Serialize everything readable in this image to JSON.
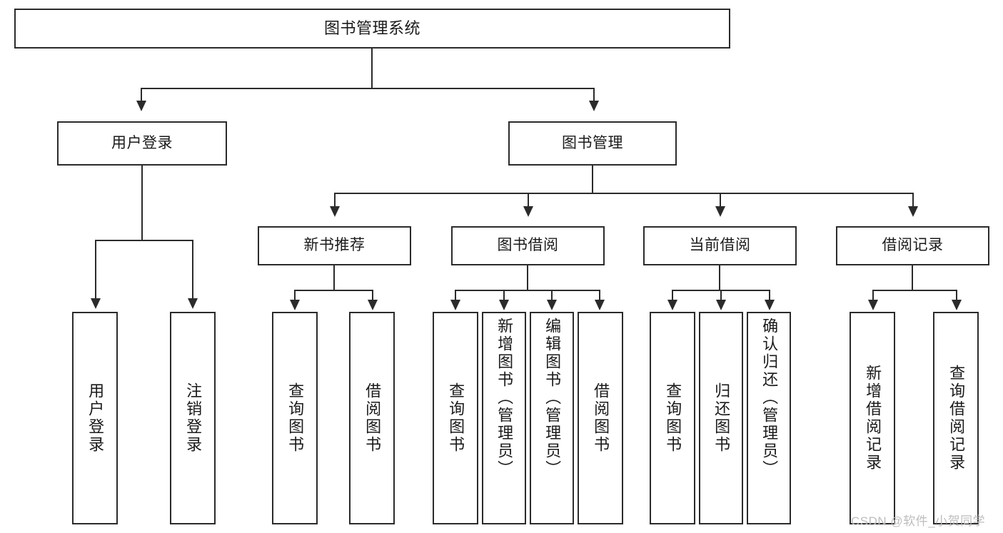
{
  "diagram": {
    "title": "图书管理系统",
    "watermark": "CSDN @软件_小贺同学",
    "line_color": "#2b2b2b",
    "box_fill": "#ffffff",
    "text_color": "#1a1a1a",
    "watermark_color": "#bdbdbd"
  },
  "nodes": {
    "root": {
      "label": "图书管理系统"
    },
    "level1": [
      {
        "label": "用户登录"
      },
      {
        "label": "图书管理"
      }
    ],
    "level2": [
      {
        "label": "新书推荐"
      },
      {
        "label": "图书借阅"
      },
      {
        "label": "当前借阅"
      },
      {
        "label": "借阅记录"
      }
    ],
    "leaves": {
      "user_login": [
        {
          "label": "用户登录"
        },
        {
          "label": "注销登录"
        }
      ],
      "new_book": [
        {
          "label": "查询图书"
        },
        {
          "label": "借阅图书"
        }
      ],
      "book_borrow": [
        {
          "label": "查询图书"
        },
        {
          "label": "新增图书（管理员）"
        },
        {
          "label": "编辑图书（管理员）"
        },
        {
          "label": "借阅图书"
        }
      ],
      "current_borrow": [
        {
          "label": "查询图书"
        },
        {
          "label": "归还图书"
        },
        {
          "label": "确认归还（管理员）"
        }
      ],
      "borrow_record": [
        {
          "label": "新增借阅记录"
        },
        {
          "label": "查询借阅记录"
        }
      ]
    }
  }
}
